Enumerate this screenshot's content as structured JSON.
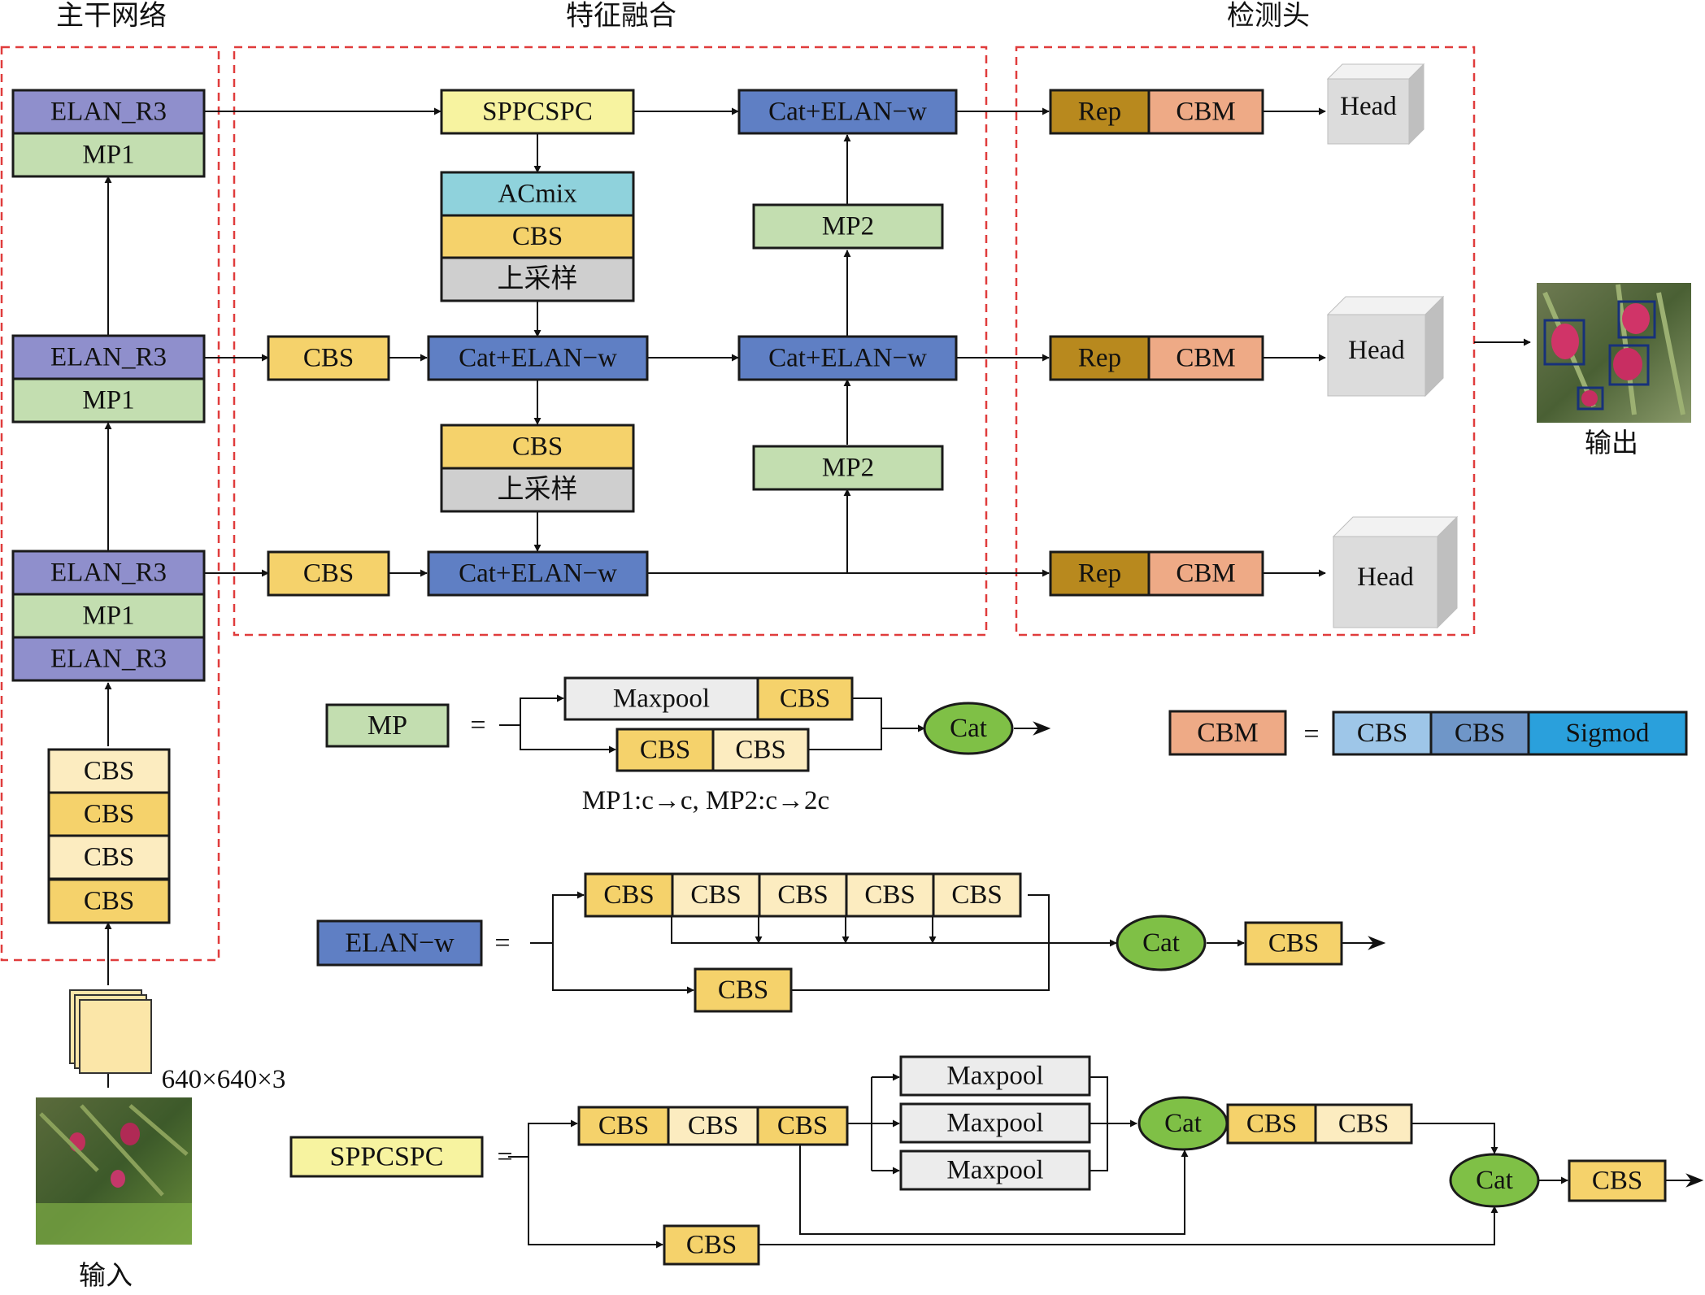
{
  "colors": {
    "elan_r3": "#8f8fcc",
    "mp": "#c3deb0",
    "cbs": "#f5d26b",
    "cbs_light": "#fcecc0",
    "elan_w": "#5f7fc4",
    "sppcspc": "#f7f3a0",
    "acmix": "#8fd2dc",
    "upsample": "#cfcfcf",
    "rep": "#b8891e",
    "cbm": "#eeaa86",
    "maxpool": "#ececec",
    "cat": "#7fc046",
    "cbs_blue1": "#9ec6e8",
    "cbs_blue2": "#6f96c8",
    "sigmod": "#2aa0dc",
    "frame": "#e03c3c"
  },
  "sections": {
    "backbone": "主干网络",
    "neck": "特征融合",
    "head": "检测头"
  },
  "io": {
    "input": "输入",
    "output": "输出",
    "input_size": "640×640×3"
  },
  "backbone": {
    "stem": [
      "CBS",
      "CBS",
      "CBS",
      "CBS"
    ],
    "stage1": [
      "ELAN_R3",
      "MP1",
      "ELAN_R3"
    ],
    "stage2": [
      "ELAN_R3",
      "MP1"
    ],
    "stage3": [
      "ELAN_R3",
      "MP1"
    ]
  },
  "neck": {
    "sppcspc": "SPPCSPC",
    "top_stack": [
      "ACmix",
      "CBS",
      "上采样"
    ],
    "mid_stack": [
      "CBS",
      "上采样"
    ],
    "lateral_cbs": "CBS",
    "cat_elan_w": "Cat+ELAN−w",
    "mp2": "MP2"
  },
  "head": {
    "rep": "Rep",
    "cbm": "CBM",
    "head": "Head"
  },
  "legend": {
    "equals": "=",
    "mp": {
      "name": "MP",
      "maxpool": "Maxpool",
      "cbs": "CBS",
      "cat": "Cat",
      "note": "MP1:c→c, MP2:c→2c"
    },
    "cbm": {
      "name": "CBM",
      "parts": [
        "CBS",
        "CBS",
        "Sigmod"
      ]
    },
    "elan_w": {
      "name": "ELAN−w",
      "chain": [
        "CBS",
        "CBS",
        "CBS",
        "CBS",
        "CBS"
      ],
      "side": "CBS",
      "cat": "Cat",
      "out": "CBS"
    },
    "sppcspc": {
      "name": "SPPCSPC",
      "chain": [
        "CBS",
        "CBS",
        "CBS"
      ],
      "pools": [
        "Maxpool",
        "Maxpool",
        "Maxpool"
      ],
      "cat1": "Cat",
      "post": [
        "CBS",
        "CBS"
      ],
      "side": "CBS",
      "cat2": "Cat",
      "out": "CBS"
    }
  }
}
